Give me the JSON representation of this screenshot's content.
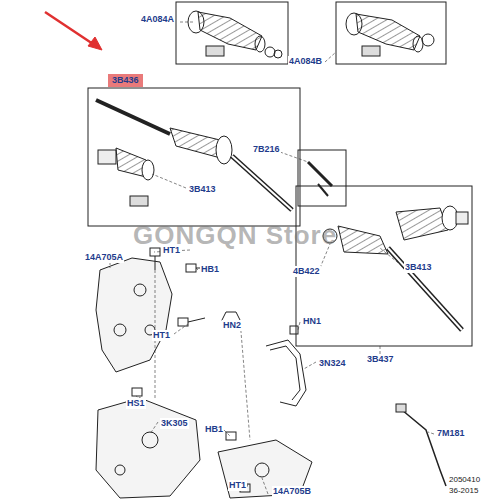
{
  "diagram": {
    "labels": [
      "4A084A",
      "4A084B",
      "3B436",
      "7B216",
      "3B413",
      "3B413",
      "14A705A",
      "HT1",
      "HB1",
      "4B422",
      "HN2",
      "HN1",
      "3B437",
      "3N324",
      "HT1",
      "HS1",
      "3K305",
      "HB1",
      "HT1",
      "14A705B",
      "7M181",
      "2050410",
      "36-2015",
      "GONGQN Store"
    ]
  }
}
